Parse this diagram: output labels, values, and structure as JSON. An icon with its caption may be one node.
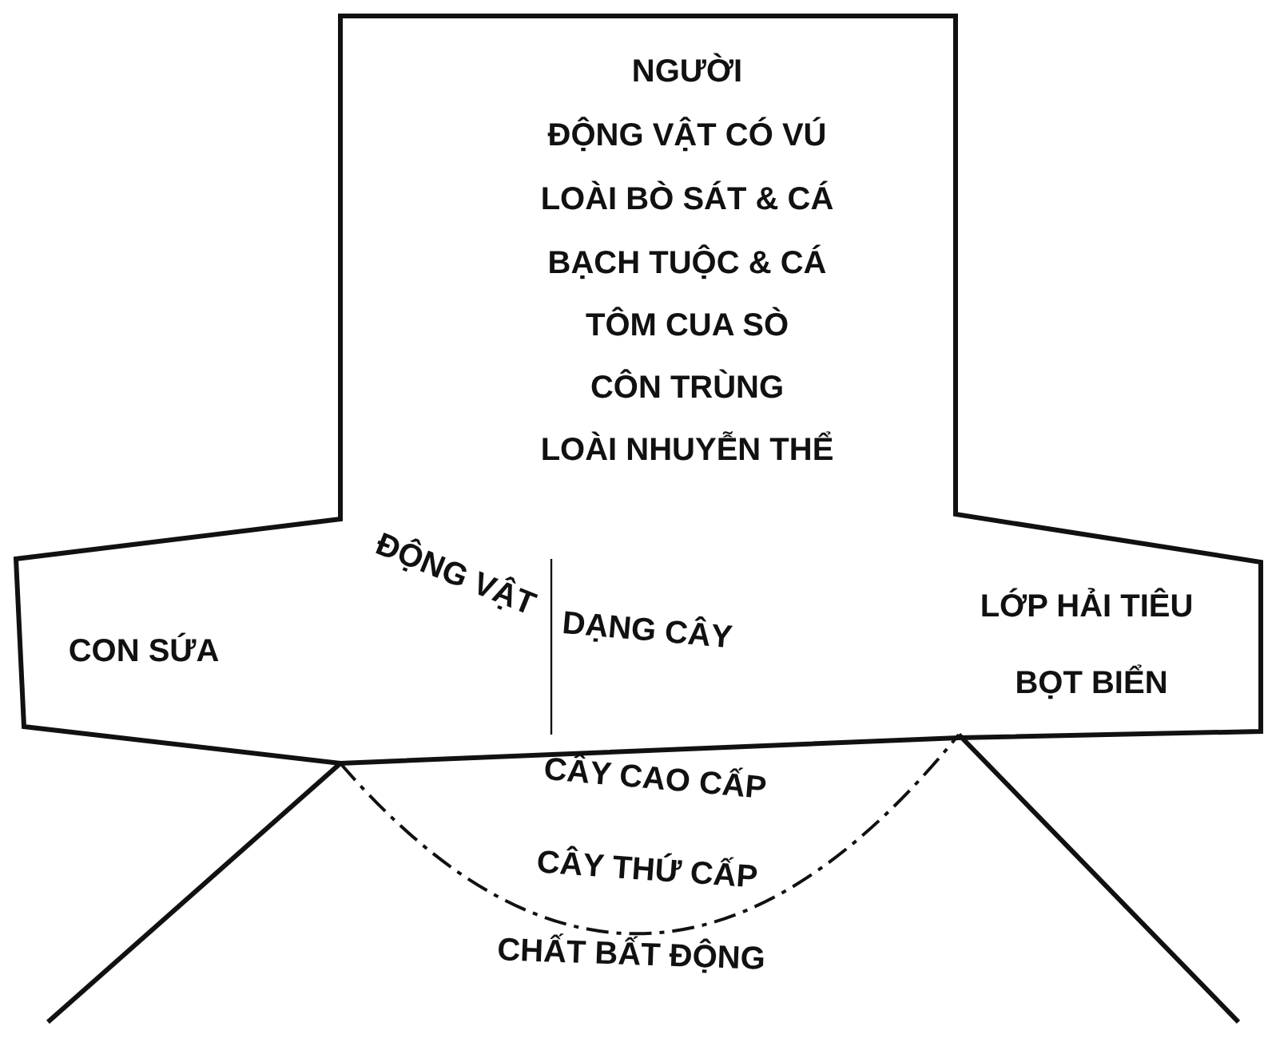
{
  "diagram": {
    "nodes": [
      {
        "text": [
          "NGƯỜI",
          "ĐỘNG VẬT CÓ VÚ",
          "LOÀI BÒ SÁT & CÁ",
          "BẠCH TUỘC & CÁ",
          "TÔM CUA SÒ",
          "CÔN TRÙNG",
          "LOÀI NHUYỄN THỂ",
          "ĐỘNG VẬT",
          "DẠNG CÂY",
          "CON SỨA",
          "LỚP HẢI TIÊU",
          "BỌT BIỂN",
          "CÂY CAO CẤP",
          "CÂY THỨ CẤP",
          "CHẤT BẤT ĐỘNG"
        ]
      }
    ]
  }
}
